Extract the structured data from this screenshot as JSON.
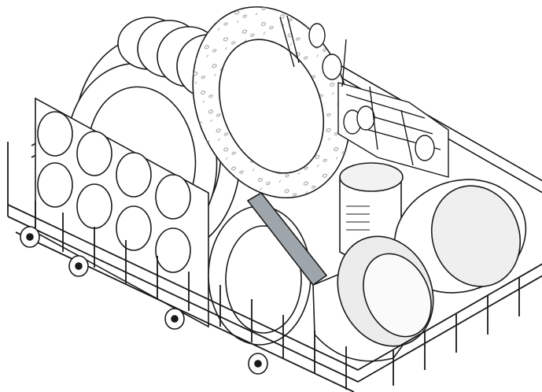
{
  "illustration": {
    "subject": "dishwasher-lower-rack",
    "colors": {
      "outline": "#1a1a1a",
      "fill": "#ffffff",
      "shade": "#e6e6e6",
      "shade_dark": "#cfcfcf",
      "handle": "#9fa6ab",
      "pattern": "#9ea3a8"
    },
    "items": [
      "wire-rack",
      "muffin-tin",
      "large-plates",
      "bowls-stack",
      "decorated-plate",
      "cutlery-basket",
      "cup",
      "saucepan",
      "mixing-bowl",
      "small-plate",
      "rack-wheels"
    ]
  }
}
